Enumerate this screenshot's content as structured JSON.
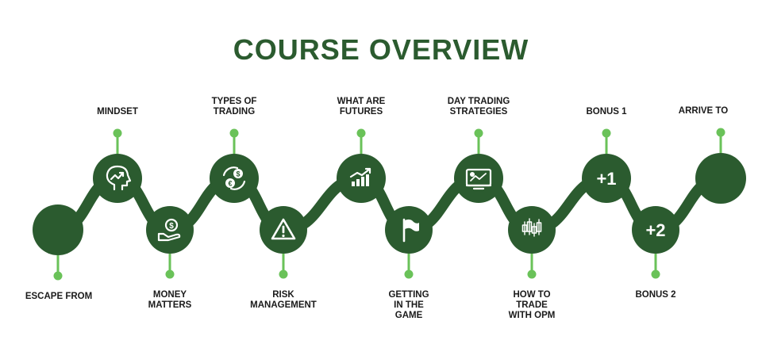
{
  "title": "COURSE OVERVIEW",
  "colors": {
    "primary": "#2b5b2f",
    "accent": "#6ac259",
    "text": "#1a1a1a",
    "icon": "#ffffff"
  },
  "steps": [
    {
      "label": "ESCAPE FROM",
      "position": "down",
      "icon": ""
    },
    {
      "label": "MINDSET",
      "position": "up",
      "icon": "mindset-head-icon"
    },
    {
      "label": "MONEY\nMATTERS",
      "position": "down",
      "icon": "money-hand-icon"
    },
    {
      "label": "TYPES OF\nTRADING",
      "position": "up",
      "icon": "currency-exchange-icon"
    },
    {
      "label": "RISK\nMANAGEMENT",
      "position": "down",
      "icon": "warning-icon"
    },
    {
      "label": "WHAT ARE\nFUTURES",
      "position": "up",
      "icon": "growth-bars-icon"
    },
    {
      "label": "GETTING\nIN THE\nGAME",
      "position": "down",
      "icon": "flag-icon"
    },
    {
      "label": "DAY TRADING\nSTRATEGIES",
      "position": "up",
      "icon": "chart-monitor-icon"
    },
    {
      "label": "HOW TO\nTRADE\nWITH OPM",
      "position": "down",
      "icon": "candlestick-icon"
    },
    {
      "label": "BONUS 1",
      "position": "up",
      "icon": "",
      "badge": "+1"
    },
    {
      "label": "BONUS 2",
      "position": "down",
      "icon": "",
      "badge": "+2"
    },
    {
      "label": "ARRIVE TO",
      "position": "up",
      "icon": ""
    }
  ]
}
